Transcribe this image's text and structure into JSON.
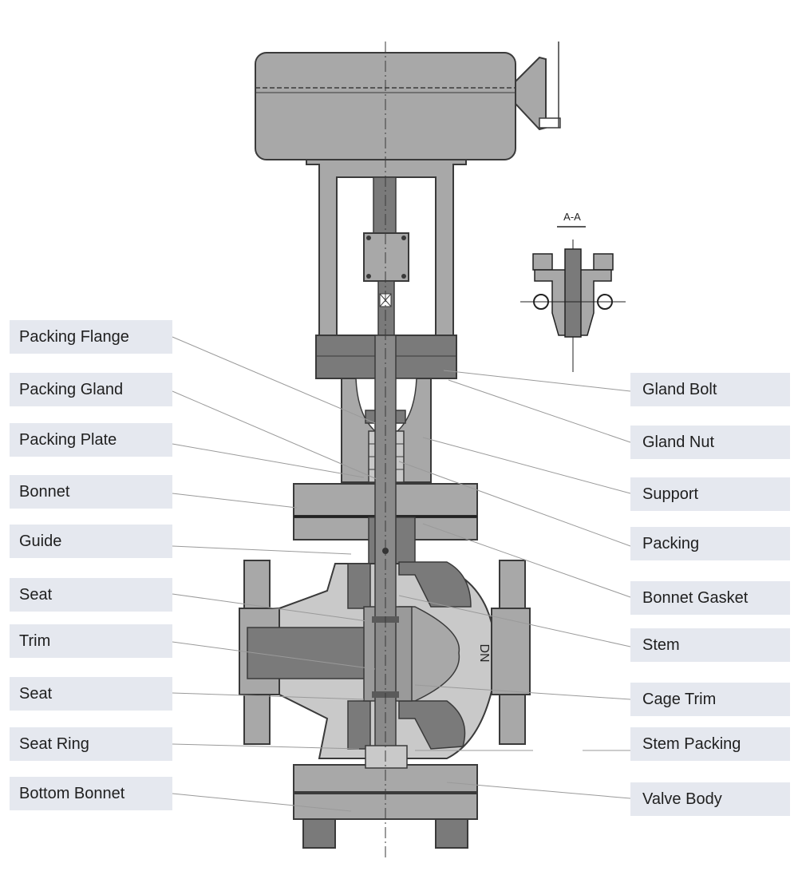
{
  "section_title": "A-A",
  "labels_left": [
    "Packing Flange",
    "Packing Gland",
    "Packing Plate",
    "Bonnet",
    "Guide",
    "Seat",
    "Trim",
    "Seat",
    "Seat Ring",
    "Bottom Bonnet"
  ],
  "labels_right": [
    "Gland Bolt",
    "Gland Nut",
    "Support",
    "Packing",
    "Bonnet Gasket",
    "Stem",
    "Cage Trim",
    "Stem Packing",
    "Valve Body"
  ],
  "body_marking": "DN",
  "colors": {
    "label_bg": "#e5e8ef",
    "dark_metal": "#7a7a7a",
    "mid_metal": "#a8a8a8",
    "light_metal": "#c9c9c9",
    "outline": "#3a3a3a",
    "leader": "#9a9a9a"
  }
}
